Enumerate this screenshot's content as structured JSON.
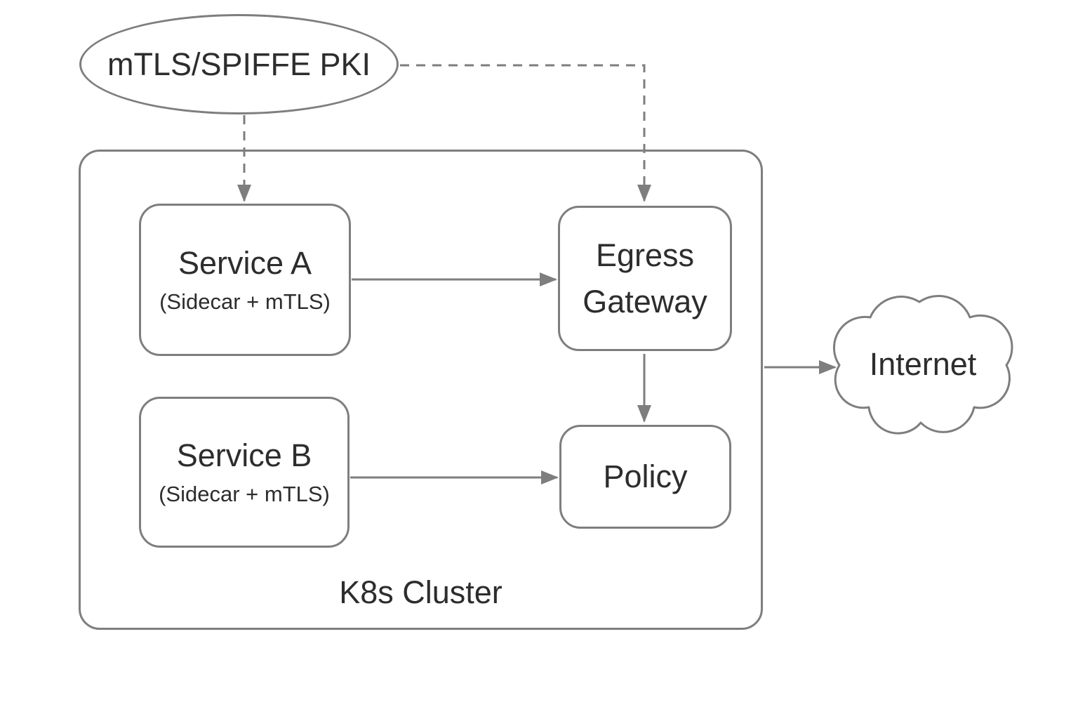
{
  "colors": {
    "stroke": "#7e7e7e",
    "text": "#2d2d2d",
    "background": "#ffffff"
  },
  "nodes": {
    "pki": {
      "label": "mTLS/SPIFFE PKI",
      "shape": "ellipse"
    },
    "cluster": {
      "label": "K8s Cluster",
      "shape": "rounded-rectangle"
    },
    "service_a": {
      "label": "Service A",
      "sublabel": "(Sidecar + mTLS)",
      "shape": "rounded-rectangle"
    },
    "service_b": {
      "label": "Service B",
      "sublabel": "(Sidecar + mTLS)",
      "shape": "rounded-rectangle"
    },
    "egress_gateway": {
      "label": "Egress Gateway",
      "shape": "rounded-rectangle"
    },
    "policy": {
      "label": "Policy",
      "shape": "rounded-rectangle"
    },
    "internet": {
      "label": "Internet",
      "shape": "cloud"
    }
  },
  "edges": [
    {
      "from": "pki",
      "to": "service_a",
      "style": "dashed",
      "arrow": true
    },
    {
      "from": "pki",
      "to": "egress_gateway",
      "style": "dashed",
      "arrow": true
    },
    {
      "from": "service_a",
      "to": "egress_gateway",
      "style": "solid",
      "arrow": true
    },
    {
      "from": "service_b",
      "to": "policy",
      "style": "solid",
      "arrow": true
    },
    {
      "from": "egress_gateway",
      "to": "policy",
      "style": "solid",
      "arrow": true
    },
    {
      "from": "cluster",
      "to": "internet",
      "style": "solid",
      "arrow": true
    }
  ]
}
